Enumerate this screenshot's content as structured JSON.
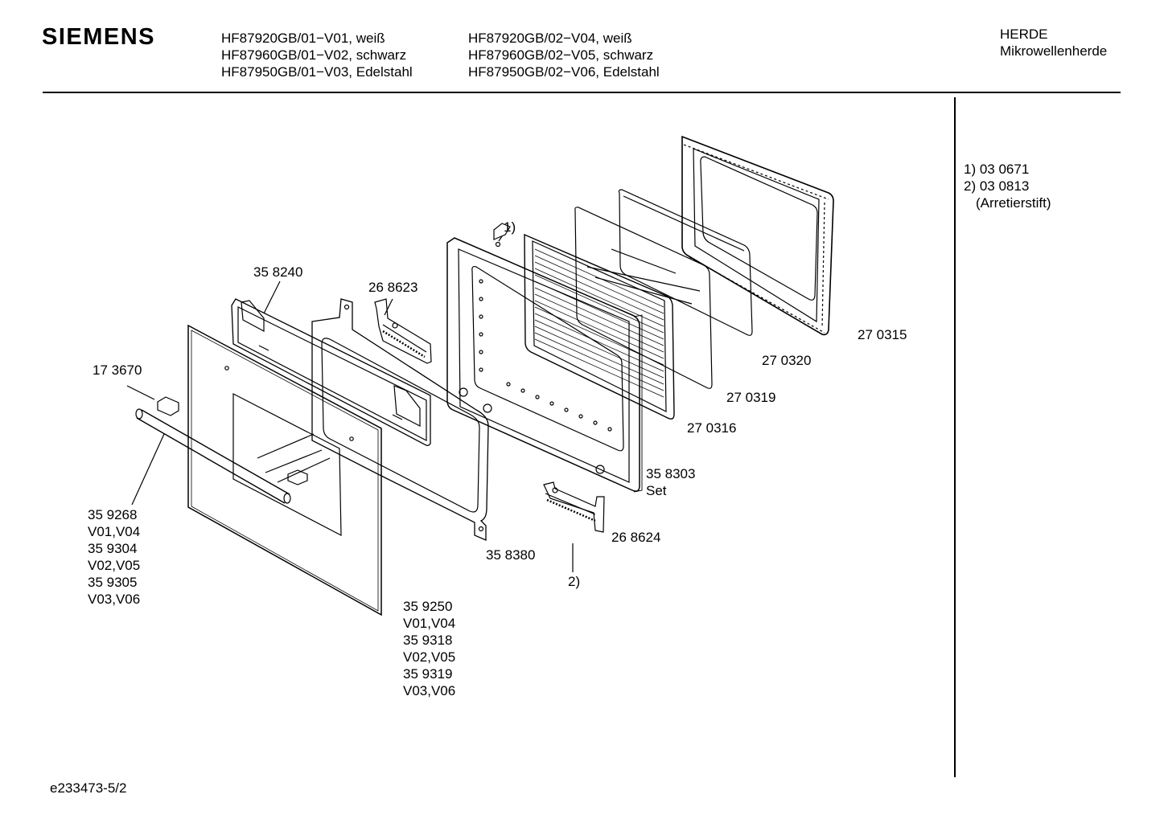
{
  "header": {
    "brand": "SIEMENS",
    "models_left": [
      "HF87920GB/01−V01, weiß",
      "HF87960GB/01−V02, schwarz",
      "HF87950GB/01−V03, Edelstahl"
    ],
    "models_right": [
      "HF87920GB/02−V04, weiß",
      "HF87960GB/02−V05, schwarz",
      "HF87950GB/02−V06, Edelstahl"
    ],
    "category": "HERDE",
    "subcategory": "Mikrowellenherde"
  },
  "notes": [
    "1) 03 0671",
    "2) 03 0813",
    "(Arretierstift)"
  ],
  "parts": {
    "p_358240": "35 8240",
    "p_268623": "26 8623",
    "p_callout1": "1)",
    "p_173670": "17 3670",
    "p_270315": "27 0315",
    "p_270320": "27 0320",
    "p_270319": "27 0319",
    "p_270316": "27 0316",
    "p_358303": [
      "35 8303",
      "Set"
    ],
    "p_268624": "26 8624",
    "p_358380": "35 8380",
    "p_callout2": "2)",
    "p_handle": [
      "35 9268",
      "V01,V04",
      "35 9304",
      "V02,V05",
      "35 9305",
      "V03,V06"
    ],
    "p_glass": [
      "35 9250",
      "V01,V04",
      "35 9318",
      "V02,V05",
      "35 9319",
      "V03,V06"
    ]
  },
  "footer": {
    "doc_id": "e233473-5/2"
  }
}
